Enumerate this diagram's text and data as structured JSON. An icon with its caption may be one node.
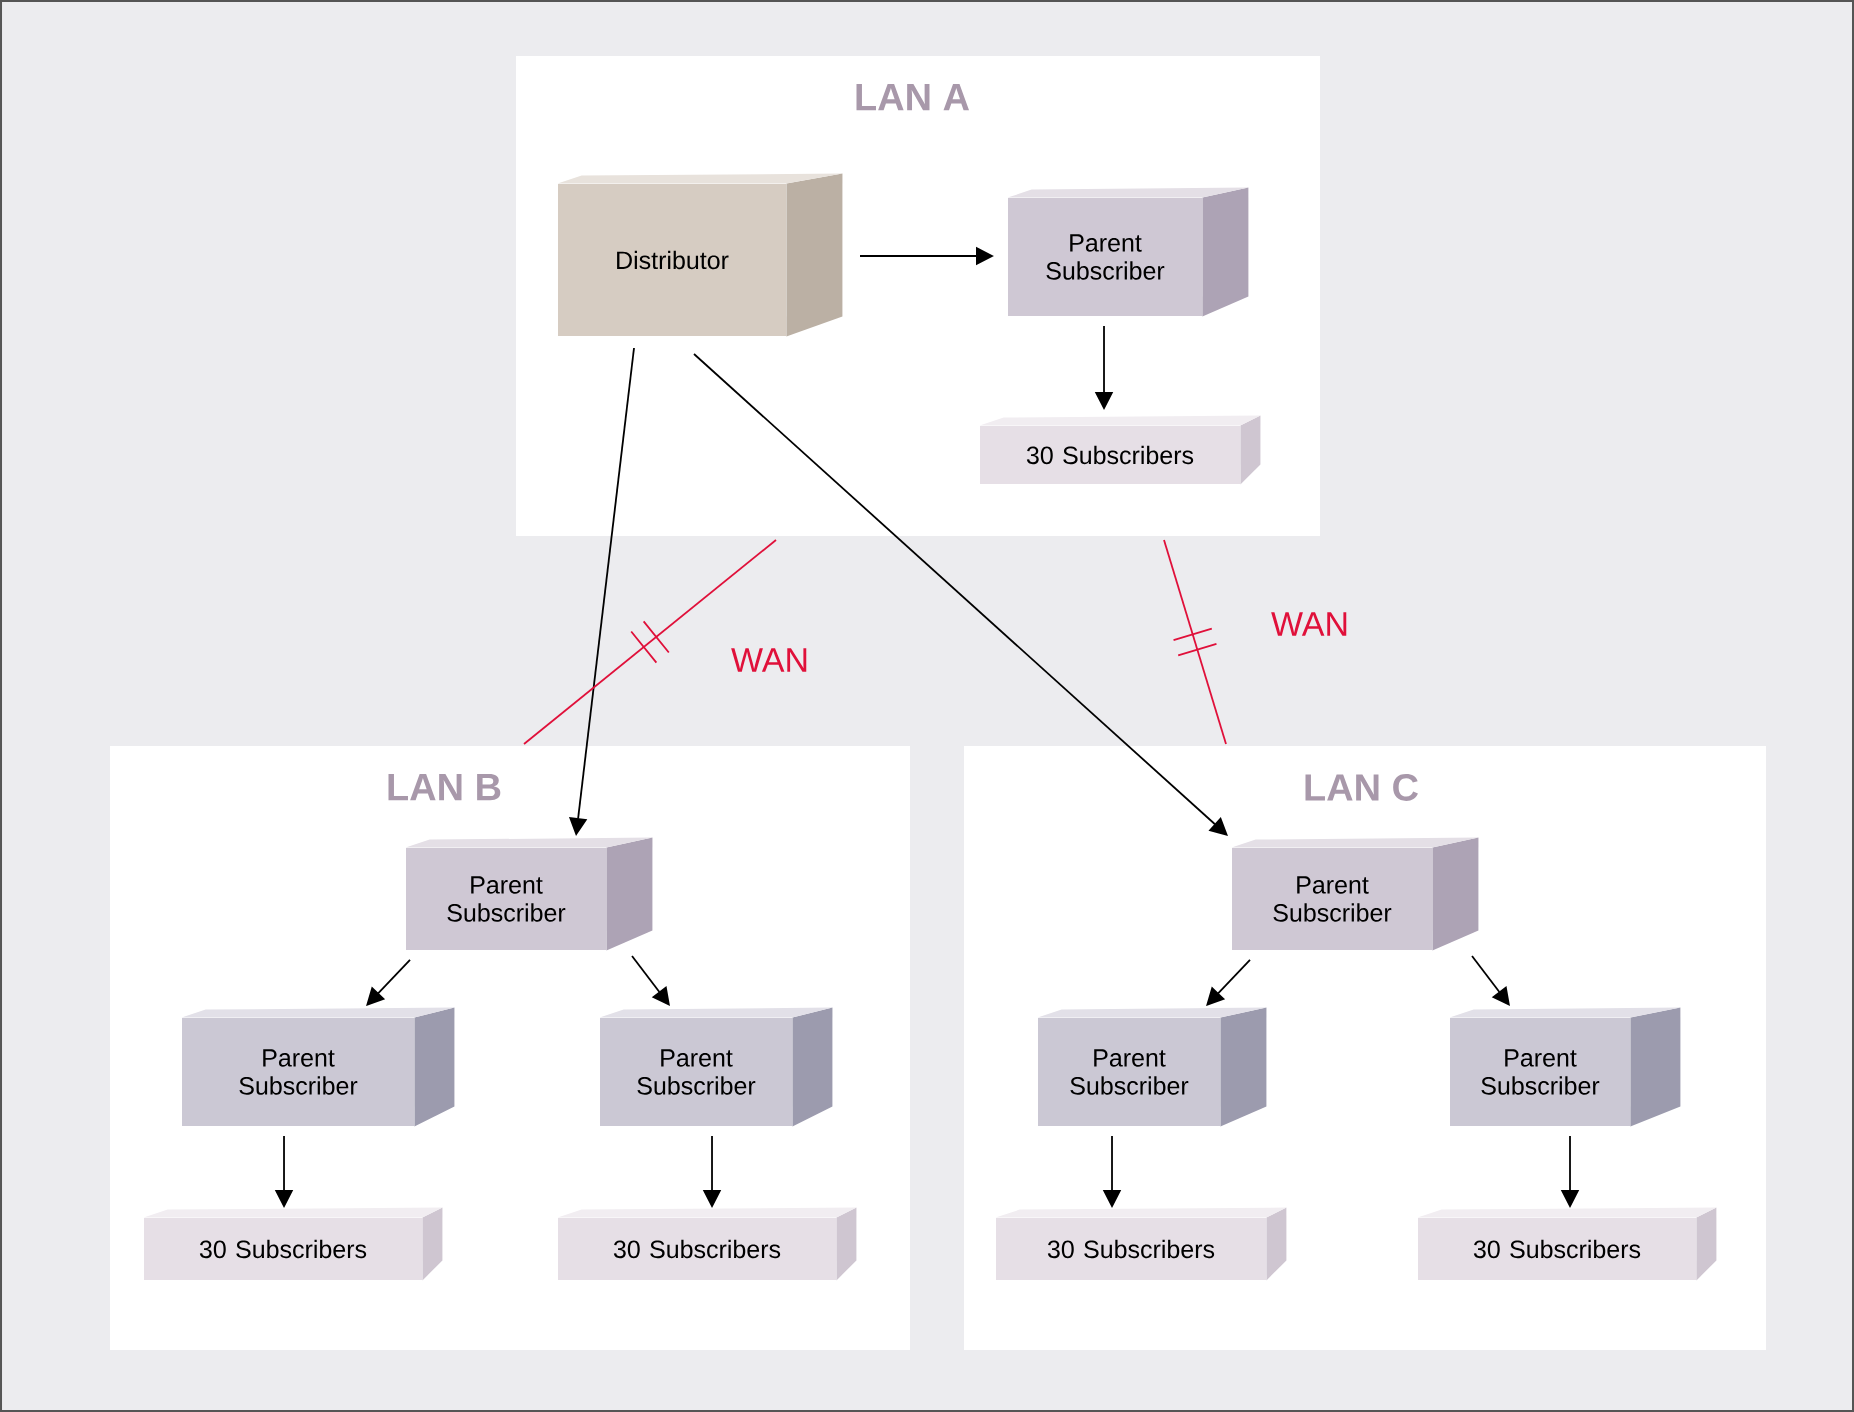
{
  "diagram": {
    "nodes": [
      {
        "text": [
          "LAN A"
        ]
      },
      {
        "text": [
          "Distributor"
        ],
        "in": 0
      },
      {
        "text": [
          "Parent Subscriber"
        ],
        "in": 0
      },
      {
        "text": [
          "30 Subscribers"
        ],
        "in": 0
      },
      {
        "text": [
          "LAN B"
        ]
      },
      {
        "text": [
          "Parent Subscriber"
        ],
        "in": 4
      },
      {
        "text": [
          "Parent Subscriber"
        ],
        "in": 4
      },
      {
        "text": [
          "Parent Subscriber"
        ],
        "in": 4
      },
      {
        "text": [
          "30 Subscribers"
        ],
        "in": 4
      },
      {
        "text": [
          "30 Subscribers"
        ],
        "in": 4
      },
      {
        "text": [
          "LAN C"
        ]
      },
      {
        "text": [
          "Parent Subscriber"
        ],
        "in": 10
      },
      {
        "text": [
          "Parent Subscriber"
        ],
        "in": 10
      },
      {
        "text": [
          "Parent Subscriber"
        ],
        "in": 10
      },
      {
        "text": [
          "30 Subscribers"
        ],
        "in": 10
      },
      {
        "text": [
          "30 Subscribers"
        ],
        "in": 10
      }
    ],
    "edges": [
      {
        "from": 1,
        "to": 2,
        "arrow": "to"
      },
      {
        "from": 2,
        "to": 3,
        "arrow": "to"
      },
      {
        "from": 1,
        "to": 5,
        "arrow": "to"
      },
      {
        "from": 1,
        "to": 11,
        "arrow": "to"
      },
      {
        "from": 0,
        "to": 4,
        "arrow": "none",
        "label": "WAN",
        "color": "#e0103a"
      },
      {
        "from": 0,
        "to": 10,
        "arrow": "none",
        "label": "WAN",
        "color": "#e0103a"
      },
      {
        "from": 5,
        "to": 6,
        "arrow": "to"
      },
      {
        "from": 5,
        "to": 7,
        "arrow": "to"
      },
      {
        "from": 6,
        "to": 8,
        "arrow": "to"
      },
      {
        "from": 7,
        "to": 9,
        "arrow": "to"
      },
      {
        "from": 11,
        "to": 12,
        "arrow": "to"
      },
      {
        "from": 11,
        "to": 13,
        "arrow": "to"
      },
      {
        "from": 12,
        "to": 14,
        "arrow": "to"
      },
      {
        "from": 13,
        "to": 15,
        "arrow": "to"
      }
    ]
  }
}
